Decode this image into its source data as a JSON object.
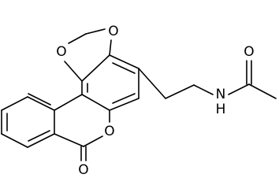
{
  "structure": {
    "atom_labels": {
      "o1": "O",
      "o2": "O",
      "o3": "O",
      "o4": "O",
      "o5": "O",
      "n1": "N",
      "h1": "H"
    },
    "colors": {
      "bond": "#000000",
      "label": "#000000",
      "background": "#ffffff"
    }
  }
}
